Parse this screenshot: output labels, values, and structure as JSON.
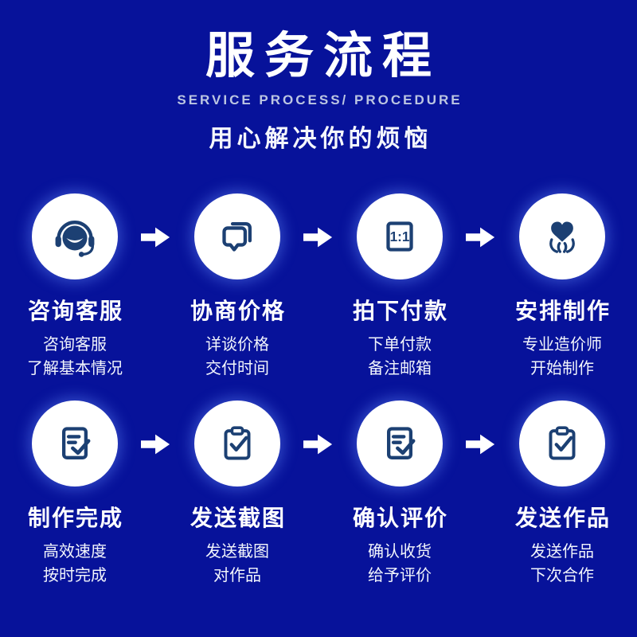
{
  "colors": {
    "background": "#07129A",
    "icon_navy": "#1C4073",
    "circle_white": "#FFFFFF",
    "title_text": "#FFFFFF",
    "subtitle_text": "#BCC6E2",
    "tagline_text": "#F4F6FC",
    "step_title_text": "#FFFFFF",
    "desc_text": "#F2F5FC",
    "arrow_white": "#FFFFFF"
  },
  "header": {
    "title": "服务流程",
    "subtitle": "SERVICE PROCESS/ PROCEDURE",
    "tagline": "用心解决你的烦恼"
  },
  "rows": [
    {
      "steps": [
        {
          "icon": "headset-icon",
          "title": "咨询客服",
          "desc1": "咨询客服",
          "desc2": "了解基本情况"
        },
        {
          "icon": "chat-bubbles-icon",
          "title": "协商价格",
          "desc1": "详谈价格",
          "desc2": "交付时间"
        },
        {
          "icon": "one-to-one-icon",
          "icon_text": "1:1",
          "title": "拍下付款",
          "desc1": "下单付款",
          "desc2": "备注邮箱"
        },
        {
          "icon": "heart-in-hands-icon",
          "title": "安排制作",
          "desc1": "专业造价师",
          "desc2": "开始制作"
        }
      ]
    },
    {
      "steps": [
        {
          "icon": "document-check-icon",
          "title": "制作完成",
          "desc1": "高效速度",
          "desc2": "按时完成"
        },
        {
          "icon": "clipboard-check-icon",
          "title": "发送截图",
          "desc1": "发送截图",
          "desc2": "对作品"
        },
        {
          "icon": "document-check-icon",
          "title": "确认评价",
          "desc1": "确认收货",
          "desc2": "给予评价"
        },
        {
          "icon": "clipboard-check-icon",
          "title": "发送作品",
          "desc1": "发送作品",
          "desc2": "下次合作"
        }
      ]
    }
  ]
}
